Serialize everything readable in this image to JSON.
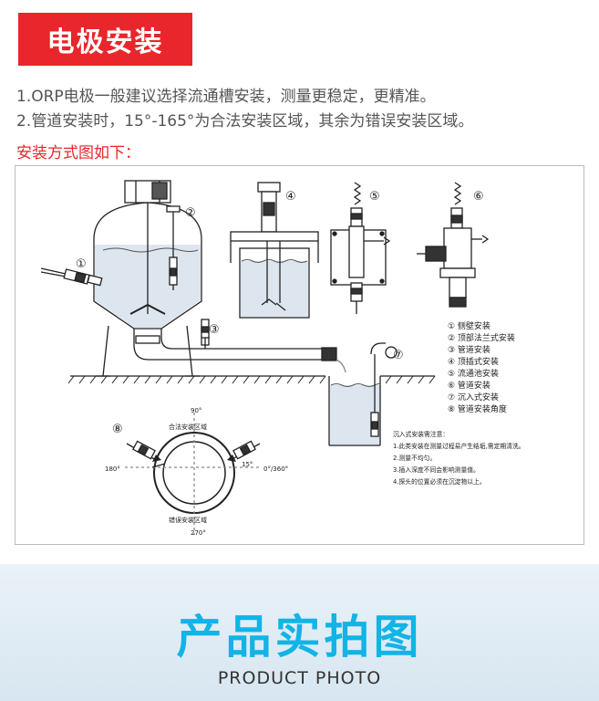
{
  "header": {
    "title": "电极安装"
  },
  "notes": [
    "1.ORP电极一般建议选择流通槽安装，测量更稳定，更精准。",
    "2.管道安装时，15°-165°为合法安装区域，其余为错误安装区域。"
  ],
  "method_label": "安装方式图如下：",
  "diagram": {
    "markers": [
      "①",
      "②",
      "③",
      "④",
      "⑤",
      "⑥",
      "⑦",
      "⑧"
    ],
    "legend": [
      "① 侧壁安装",
      "② 顶部法兰式安装",
      "③ 管道安装",
      "④ 顶插式安装",
      "⑤ 流通池安装",
      "⑥ 管道安装",
      "⑦ 沉入式安装",
      "⑧ 管道安装角度"
    ],
    "angle": {
      "top": "90°",
      "legal": "合法安装区域",
      "left": "180°",
      "fifteen": "15°",
      "right": "0°/360°",
      "illegal": "错误安装区域",
      "bottom": "270°"
    },
    "immersion_notes": {
      "title": "沉入式安装需注意：",
      "items": [
        "1.此类安装在测量过程易产生结垢,需定期清洗。",
        "2.测量不均匀。",
        "3.插入深度不同会影响测量值。",
        "4.探头的位置必须在沉淀物以上。"
      ]
    }
  },
  "footer": {
    "title": "产品实拍图",
    "subtitle": "PRODUCT PHOTO"
  },
  "colors": {
    "accent_red": "#e8262b",
    "footer_blue": "#12b4e6",
    "water_blue": "#dde6ef"
  }
}
